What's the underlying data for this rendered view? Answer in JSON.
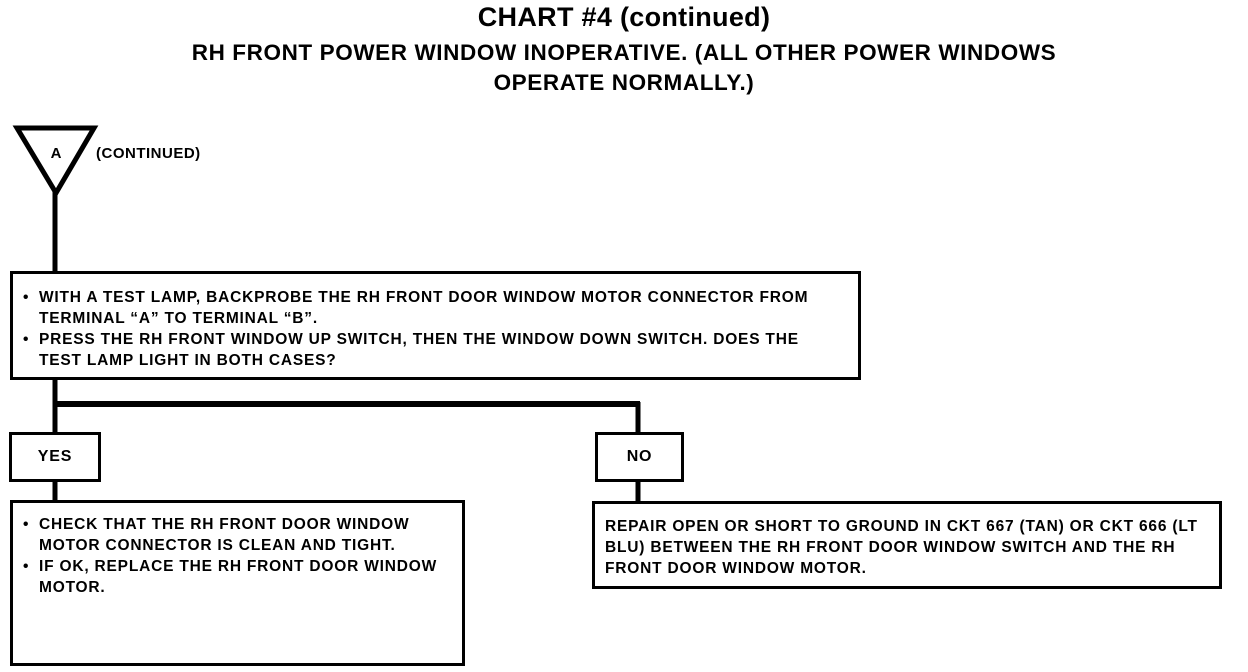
{
  "header": {
    "title": "CHART #4 (continued)",
    "subtitle_line1": "RH FRONT POWER WINDOW INOPERATIVE. (ALL OTHER POWER WINDOWS",
    "subtitle_line2": "OPERATE NORMALLY.)"
  },
  "connector": {
    "letter": "A",
    "label": "(CONTINUED)"
  },
  "test_step": {
    "items": [
      "WITH A TEST LAMP, BACKPROBE THE RH FRONT DOOR WINDOW MOTOR CONNECTOR FROM TERMINAL “A” TO TERMINAL “B”.",
      "PRESS THE RH FRONT WINDOW UP SWITCH, THEN THE WINDOW DOWN SWITCH. DOES THE TEST LAMP LIGHT IN BOTH CASES?"
    ]
  },
  "yes_branch": {
    "label": "YES",
    "items": [
      "CHECK THAT THE RH FRONT DOOR WINDOW MOTOR CONNECTOR IS CLEAN AND TIGHT.",
      "IF OK, REPLACE THE RH FRONT DOOR WINDOW MOTOR."
    ]
  },
  "no_branch": {
    "label": "NO",
    "text": "REPAIR OPEN OR SHORT TO GROUND IN CKT 667 (TAN) OR CKT 666 (LT BLU) BETWEEN THE RH FRONT DOOR WINDOW SWITCH AND THE RH FRONT DOOR WINDOW MOTOR."
  }
}
